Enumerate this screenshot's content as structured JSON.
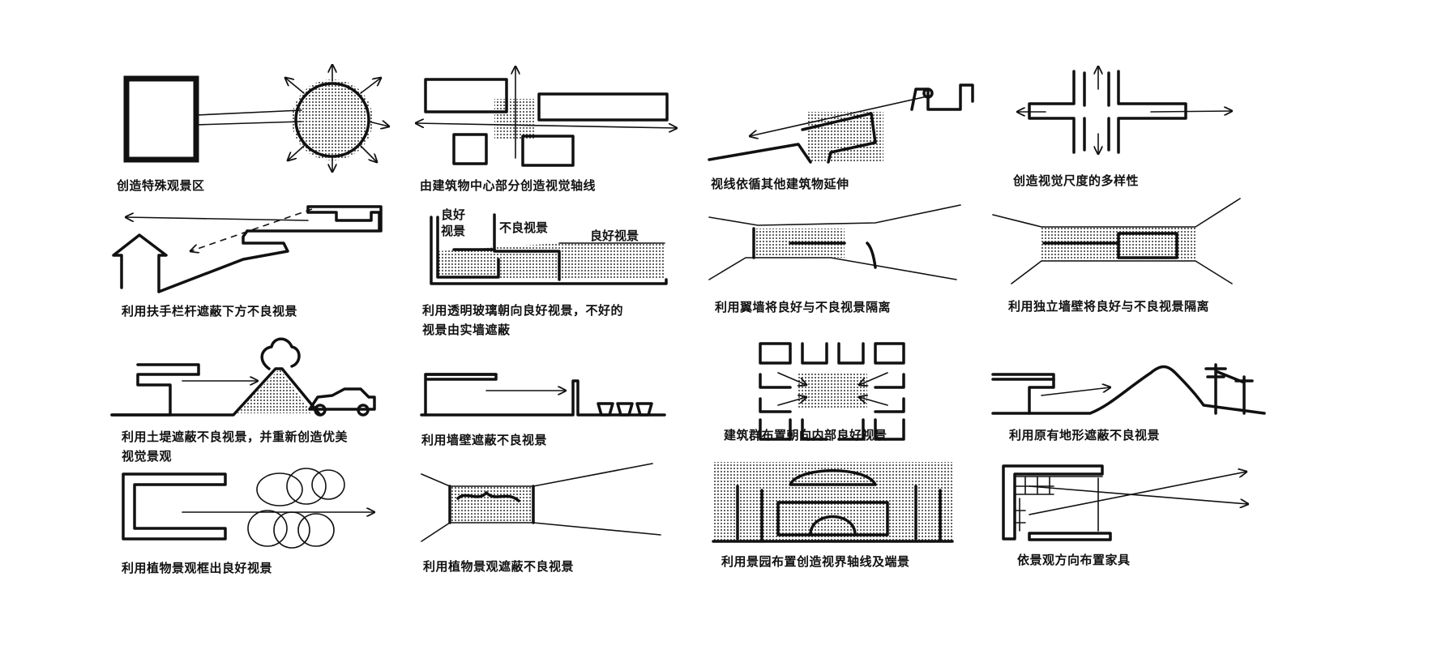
{
  "captions": [
    "创造特殊观景区",
    "由建筑物中心部分创造视觉轴线",
    "视线依循其他建筑物延伸",
    "创造视觉尺度的多样性",
    "利用扶手栏杆遮蔽下方不良视景",
    "利用透明玻璃朝向良好视景，不好的",
    "视景由实墙遮蔽",
    "利用翼墙将良好与不良视景隔离",
    "利用独立墙壁将良好与不良视景隔离",
    "利用土堤遮蔽不良视景，并重新创造优美",
    "视觉景观",
    "利用墙壁遮蔽不良视景",
    "建筑群布置朝向内部良好视景",
    "利用原有地形遮蔽不良视景",
    "利用植物景观框出良好视景",
    "利用植物景观遮蔽不良视景",
    "利用景园布置创造视界轴线及端景",
    "依景观方向布置家具"
  ],
  "labels": {
    "good_view_1": "良好",
    "good_view_2": "视景",
    "bad_view": "不良视景",
    "good_view_right": "良好视景"
  }
}
